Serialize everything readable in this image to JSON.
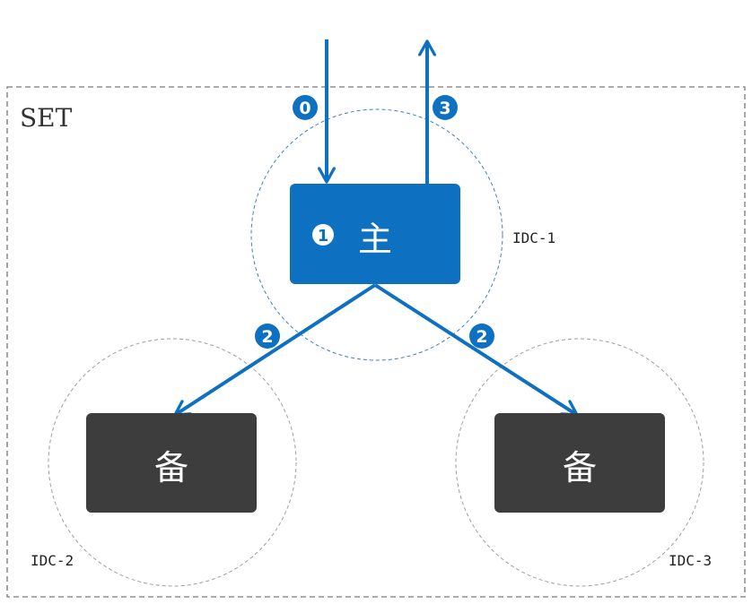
{
  "set_label": "SET",
  "colors": {
    "primary": "#0e70c0",
    "standby": "#3d3d3d",
    "dashed_border": "#7a7a7a",
    "idc_circle_primary": "#3f7fc4",
    "idc_circle_other": "#9e9e9e",
    "node_text": "#ffffff"
  },
  "nodes": {
    "primary": {
      "label": "主",
      "badge": "1"
    },
    "standby_left": {
      "label": "备"
    },
    "standby_right": {
      "label": "备"
    }
  },
  "idcs": [
    {
      "label": "IDC-1"
    },
    {
      "label": "IDC-2"
    },
    {
      "label": "IDC-3"
    }
  ],
  "steps": {
    "incoming": "0",
    "outgoing": "3",
    "replicate_left": "2",
    "replicate_right": "2"
  }
}
